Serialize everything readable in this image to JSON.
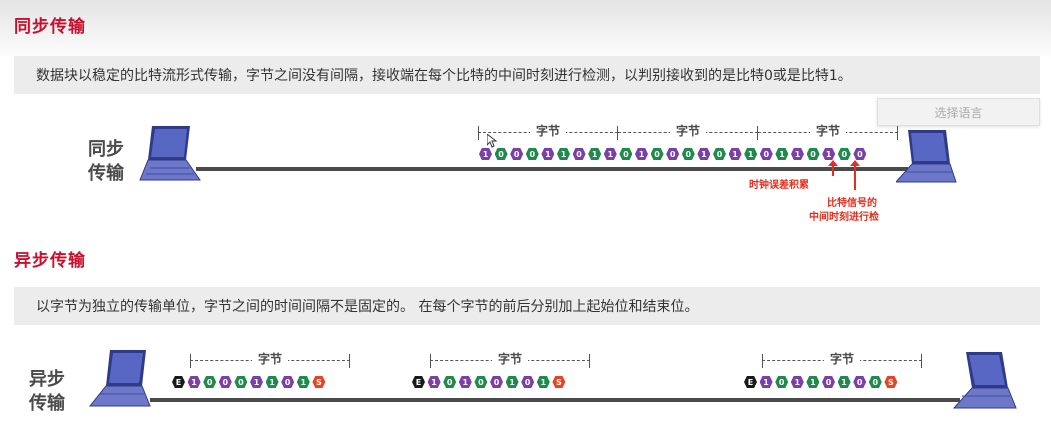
{
  "sync": {
    "title": "同步传输",
    "description": "数据块以稳定的比特流形式传输，字节之间没有间隔，接收端在每个比特的中间时刻进行检测，以判别接收到的是比特0或是比特1。",
    "diagram_label_line1": "同步",
    "diagram_label_line2": "传输",
    "byte_label": "字节",
    "bits": [
      "1",
      "0",
      "0",
      "0",
      "1",
      "1",
      "0",
      "1",
      "1",
      "0",
      "1",
      "0",
      "0",
      "0",
      "1",
      "0",
      "1",
      "1",
      "0",
      "1",
      "1",
      "0",
      "1",
      "0",
      "0"
    ],
    "note_clock": "时钟误差积累",
    "note_sample_line1": "比特信号的",
    "note_sample_line2": "中间时刻进行检"
  },
  "async": {
    "title": "异步传输",
    "description": "以字节为独立的传输单位，字节之间的时间间隔不是固定的。 在每个字节的前后分别加上起始位和结束位。",
    "diagram_label_line1": "异步",
    "diagram_label_line2": "传输",
    "byte_label": "字节",
    "start_bit": "E",
    "stop_bit": "S",
    "frames": [
      [
        "1",
        "0",
        "0",
        "0",
        "1",
        "1",
        "0",
        "1"
      ],
      [
        "1",
        "0",
        "1",
        "0",
        "0",
        "1",
        "0",
        "1"
      ],
      [
        "1",
        "0",
        "1",
        "1",
        "0",
        "1",
        "0",
        "0"
      ]
    ]
  },
  "language_button": "选择语言",
  "colors": {
    "title_red": "#c8102e",
    "bit_purple": "#7b3fa8",
    "bit_green": "#1f8a4c",
    "bit_red": "#e84324",
    "bit_black": "#1a1a1a",
    "laptop_blue": "#3e4aa3"
  }
}
